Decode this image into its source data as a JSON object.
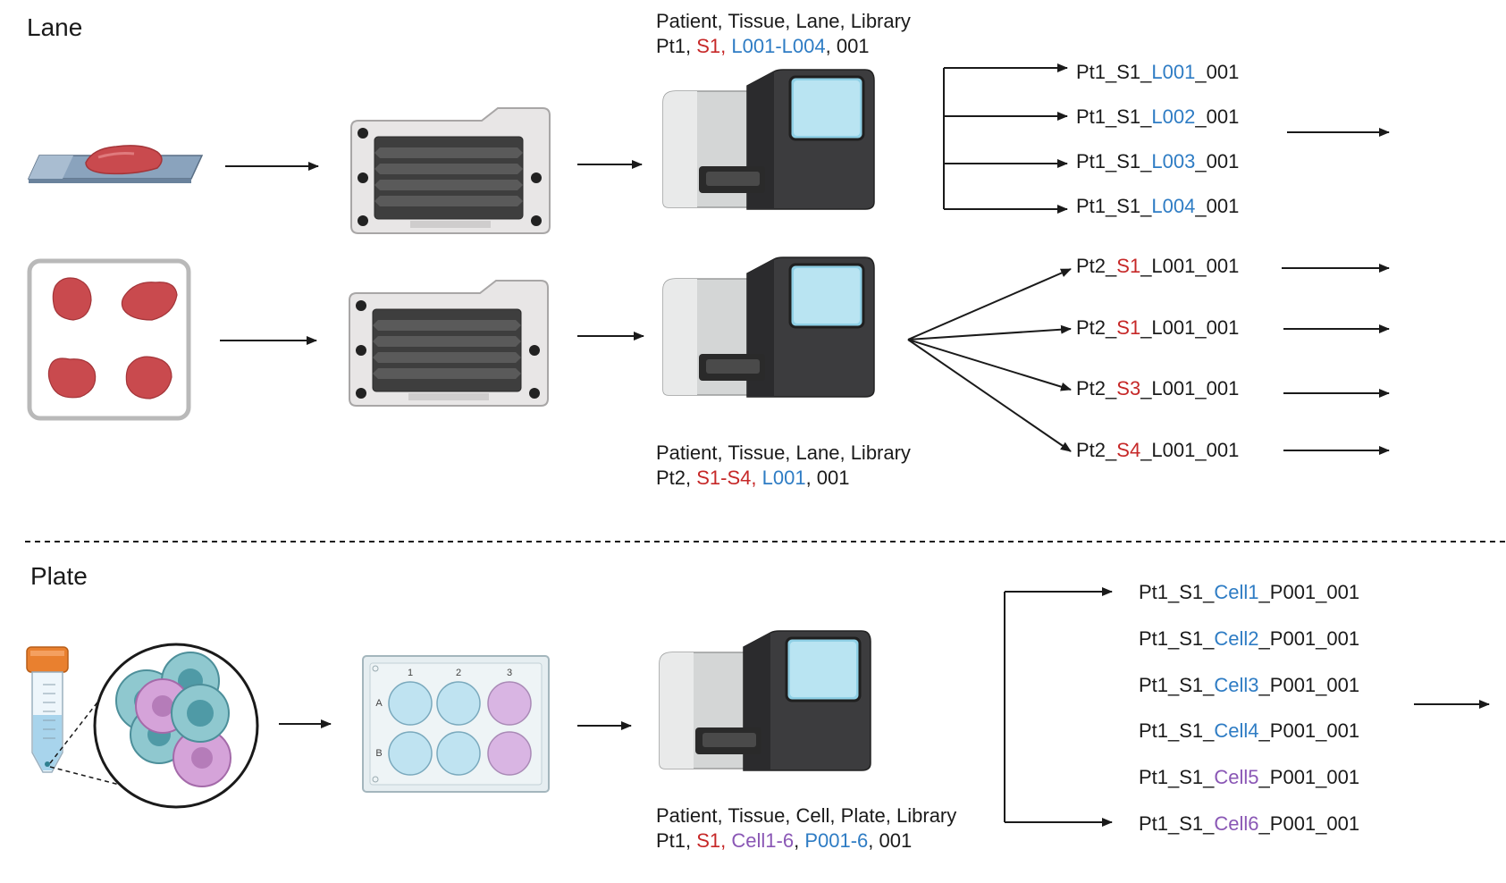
{
  "sections": {
    "lane_title": "Lane",
    "plate_title": "Plate"
  },
  "colors": {
    "tissue_id": "#c62828",
    "lane_or_cell": "#2e7cc4",
    "cell_purple": "#8a57b5",
    "arrow": "#1a1a1a"
  },
  "icons": [
    "tissue-slide-icon",
    "tissue-pieces-tray-icon",
    "flow-cell-icon",
    "sequencer-icon",
    "cell-tube-icon",
    "cell-cluster-icon",
    "well-plate-icon"
  ],
  "lane1": {
    "header": "Patient, Tissue, Lane, Library",
    "legend": {
      "patient": "Pt1, ",
      "tissue": "S1, ",
      "lane": "L001-L004",
      "library": ", 001"
    },
    "outputs": [
      {
        "pre": "Pt1_S1_",
        "mid": "L001",
        "post": "_001"
      },
      {
        "pre": "Pt1_S1_",
        "mid": "L002",
        "post": "_001"
      },
      {
        "pre": "Pt1_S1_",
        "mid": "L003",
        "post": "_001"
      },
      {
        "pre": "Pt1_S1_",
        "mid": "L004",
        "post": "_001"
      }
    ]
  },
  "lane2": {
    "header": "Patient, Tissue, Lane, Library",
    "legend": {
      "patient": "Pt2, ",
      "tissue": "S1-S4, ",
      "lane": "L001",
      "library": ", 001"
    },
    "outputs": [
      {
        "pre": "Pt2_",
        "mid": "S1",
        "post": "_L001_001"
      },
      {
        "pre": "Pt2_",
        "mid": "S1",
        "post": "_L001_001"
      },
      {
        "pre": "Pt2_",
        "mid": "S3",
        "post": "_L001_001"
      },
      {
        "pre": "Pt2_",
        "mid": "S4",
        "post": "_L001_001"
      }
    ]
  },
  "plate": {
    "header": "Patient, Tissue, Cell, Plate, Library",
    "legend": {
      "patient": "Pt1, ",
      "tissue": "S1, ",
      "cell": "Cell1-6",
      "sep": ", ",
      "plate": "P001-6",
      "library": ", 001"
    },
    "well_rows": [
      "A",
      "B"
    ],
    "well_cols": [
      "1",
      "2",
      "3"
    ],
    "outputs": [
      {
        "pre": "Pt1_S1_",
        "mid": "Cell1",
        "post": "_P001_001",
        "color": "blue"
      },
      {
        "pre": "Pt1_S1_",
        "mid": "Cell2",
        "post": "_P001_001",
        "color": "blue"
      },
      {
        "pre": "Pt1_S1_",
        "mid": "Cell3",
        "post": "_P001_001",
        "color": "blue"
      },
      {
        "pre": "Pt1_S1_",
        "mid": "Cell4",
        "post": "_P001_001",
        "color": "blue"
      },
      {
        "pre": "Pt1_S1_",
        "mid": "Cell5",
        "post": "_P001_001",
        "color": "purple"
      },
      {
        "pre": "Pt1_S1_",
        "mid": "Cell6",
        "post": "_P001_001",
        "color": "purple"
      }
    ]
  }
}
